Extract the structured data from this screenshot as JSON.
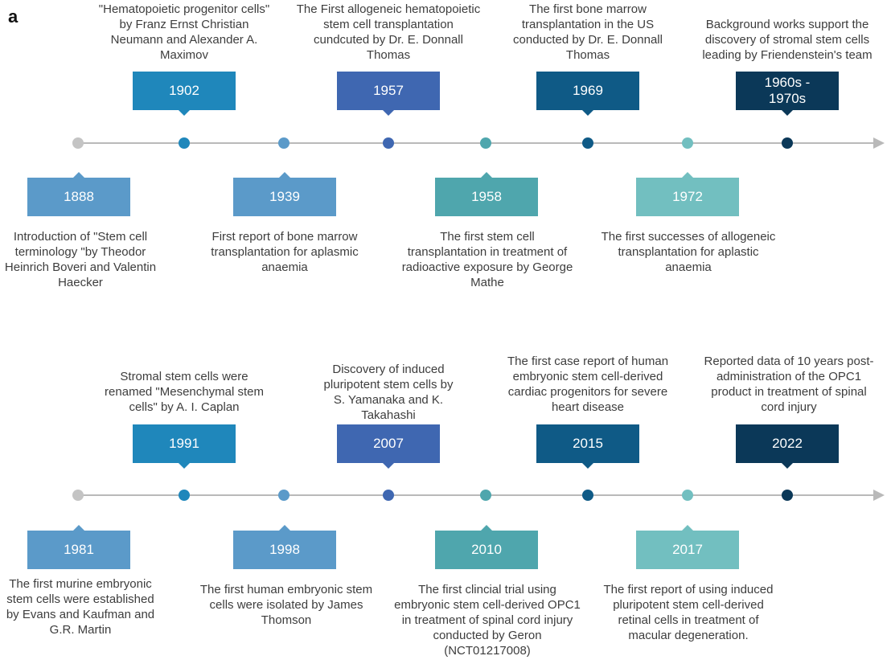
{
  "panel_label": "a",
  "colors": {
    "axis": "#b9b9b9",
    "start_dot": "#c4c4c4",
    "c1": "#5b9ac9",
    "c2": "#1f87bb",
    "c3": "#3f67b1",
    "c4": "#4fa6ad",
    "c5": "#0f5a86",
    "c6": "#72bfc0",
    "c7": "#0b3858"
  },
  "row1": {
    "above": [
      {
        "year": "1902",
        "text": "The first description of \"Hematopoietic progenitor cells\" by Franz Ernst Christian Neumann and Alexander A. Maximov"
      },
      {
        "year": "1957",
        "text": "The First allogeneic hematopoietic stem cell transplantation cundcuted by Dr. E. Donnall Thomas"
      },
      {
        "year": "1969",
        "text": "The first bone marrow transplantation in the US conducted by Dr. E. Donnall Thomas"
      },
      {
        "year": "1960s - 1970s",
        "text": "Background works support the discovery of stromal stem cells leading by Friendenstein's team"
      }
    ],
    "below": [
      {
        "year": "1888",
        "text": "Introduction of \"Stem cell terminology \"by Theodor Heinrich Boveri and Valentin Haecker"
      },
      {
        "year": "1939",
        "text": "First report of bone marrow transplantation for aplasmic anaemia"
      },
      {
        "year": "1958",
        "text": "The first stem cell transplantation in treatment of radioactive exposure by George Mathe"
      },
      {
        "year": "1972",
        "text": "The first successes of allogeneic transplantation for aplastic anaemia"
      }
    ]
  },
  "row2": {
    "above": [
      {
        "year": "1991",
        "text": "Stromal stem cells were renamed \"Mesenchymal stem cells\" by A. I. Caplan"
      },
      {
        "year": "2007",
        "text": "Discovery of induced pluripotent stem cells by S. Yamanaka and K. Takahashi"
      },
      {
        "year": "2015",
        "text": "The first case report of human embryonic stem cell-derived cardiac progenitors for severe heart disease"
      },
      {
        "year": "2022",
        "text": "Reported data of 10 years post-administration of the OPC1 product in treatment of spinal cord injury"
      }
    ],
    "below": [
      {
        "year": "1981",
        "text": "The first murine embryonic stem cells were established by Evans and Kaufman and G.R. Martin"
      },
      {
        "year": "1998",
        "text": "The first human embryonic stem cells were isolated by James Thomson"
      },
      {
        "year": "2010",
        "text": "The first clincial trial using embryonic stem cell-derived OPC1 in treatment of spinal cord injury conducted by Geron (NCT01217008)"
      },
      {
        "year": "2017",
        "text": "The first report of using induced pluripotent stem cell-derived retinal cells in treatment of macular degeneration."
      }
    ]
  }
}
